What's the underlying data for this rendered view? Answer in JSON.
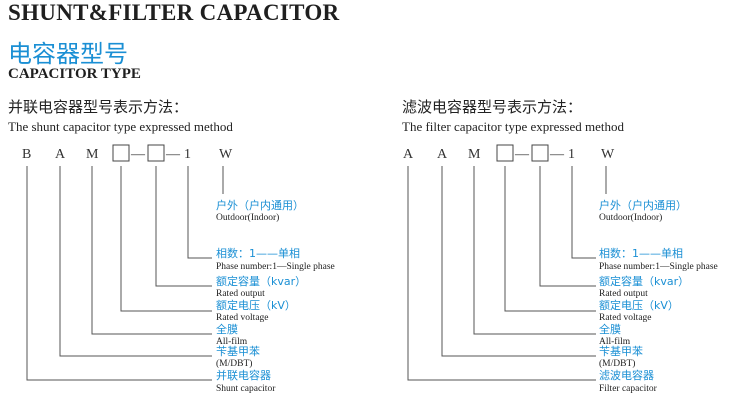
{
  "header": {
    "title": "SHUNT&FILTER CAPACITOR",
    "cn_title": "电容器型号",
    "subtitle": "CAPACITOR TYPE"
  },
  "shunt": {
    "heading_cn": "并联电容器型号表示方法：",
    "heading_en": "The shunt capacitor type expressed method",
    "codes": [
      "B",
      "A",
      "M",
      "—",
      "—",
      "1",
      "W"
    ],
    "labels": [
      {
        "cn": "户外（户内通用）",
        "en": "Outdoor(Indoor)"
      },
      {
        "cn": "相数：1——单相",
        "en": "Phase number:1—Single phase"
      },
      {
        "cn": "额定容量（kvar）",
        "en": "Rated output"
      },
      {
        "cn": "额定电压（kV）",
        "en": "Rated voltage"
      },
      {
        "cn": "全膜",
        "en": "All-film"
      },
      {
        "cn": "苄基甲苯",
        "en": "(M/DBT)"
      },
      {
        "cn": "并联电容器",
        "en": "Shunt capacitor"
      }
    ]
  },
  "filter": {
    "heading_cn": "滤波电容器型号表示方法：",
    "heading_en": "The filter capacitor type expressed method",
    "codes": [
      "A",
      "A",
      "M",
      "—",
      "—",
      "1",
      "W"
    ],
    "labels": [
      {
        "cn": "户外（户内通用）",
        "en": "Outdoor(Indoor)"
      },
      {
        "cn": "相数：1——单相",
        "en": "Phase number:1—Single phase"
      },
      {
        "cn": "额定容量（kvar）",
        "en": "Rated output"
      },
      {
        "cn": "额定电压（kV）",
        "en": "Rated voltage"
      },
      {
        "cn": "全膜",
        "en": "All-film"
      },
      {
        "cn": "苄基甲苯",
        "en": "(M/DBT)"
      },
      {
        "cn": "滤波电容器",
        "en": "Filter capacitor"
      }
    ]
  },
  "colors": {
    "accent": "#1a8fd4",
    "line": "#555555"
  }
}
